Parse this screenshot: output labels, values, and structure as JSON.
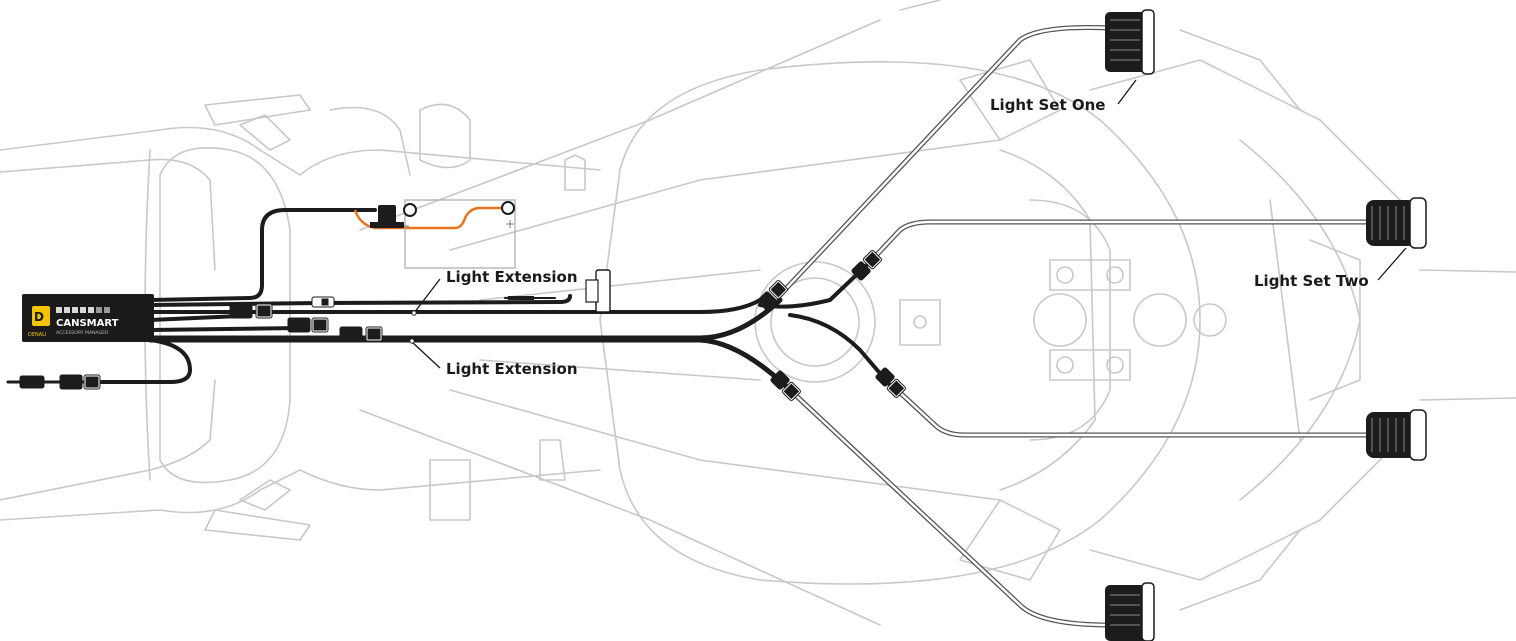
{
  "device": {
    "brand": "CANSMART",
    "subtitle": "ACCESSORY MANAGER",
    "maker_mark": "DENALI",
    "accent_color": "#f5c400",
    "body_color": "#1a1a1a"
  },
  "battery": {
    "negative_symbol": "−",
    "positive_symbol": "+",
    "power_wire_color": "#e8741e"
  },
  "callouts": {
    "light_set_one": "Light Set One",
    "light_set_two": "Light Set Two",
    "light_extension_upper": "Light Extension",
    "light_extension_lower": "Light Extension"
  }
}
